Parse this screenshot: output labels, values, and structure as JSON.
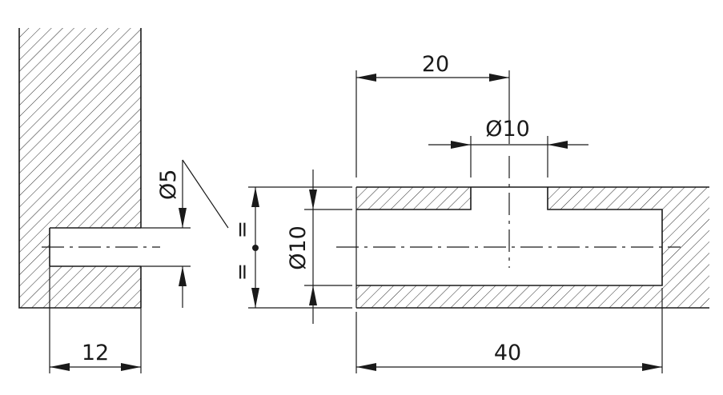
{
  "drawing": {
    "left_view": {
      "hole_diameter": "Ø5",
      "hole_depth": "12"
    },
    "right_view": {
      "offset": "20",
      "cross_hole_diameter": "Ø10",
      "bore_diameter": "Ø10",
      "length": "40",
      "equal_mark_upper": "=",
      "equal_mark_lower": "="
    }
  }
}
